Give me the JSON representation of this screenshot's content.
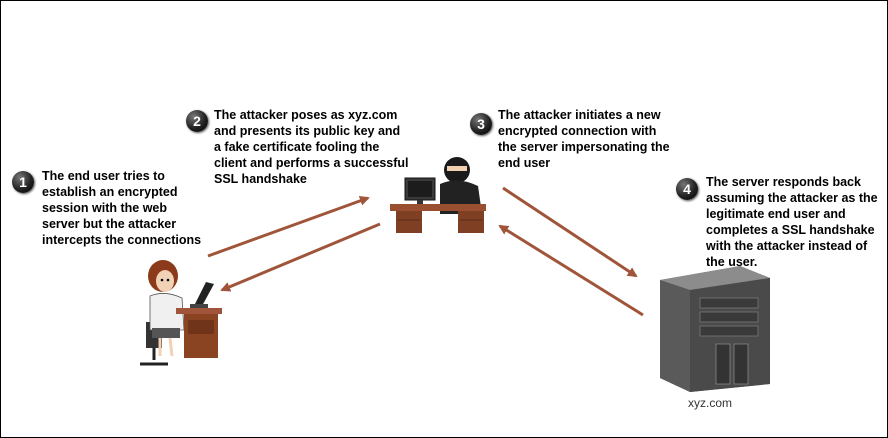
{
  "steps": [
    {
      "number": "1",
      "lines": [
        "The end user tries to",
        "establish an encrypted",
        "session with the web",
        "server but the attacker",
        "intercepts the connections"
      ]
    },
    {
      "number": "2",
      "lines": [
        "The attacker poses as xyz.com",
        "and presents its public key and",
        "a fake certificate fooling the",
        "client and performs a successful",
        "SSL handshake"
      ]
    },
    {
      "number": "3",
      "lines": [
        "The attacker initiates a new",
        "encrypted connection with",
        "the server impersonating the",
        "end user"
      ]
    },
    {
      "number": "4",
      "lines": [
        "The server responds back",
        "assuming the attacker as the",
        "legitimate end user and",
        "completes a SSL handshake",
        "with the attacker instead of",
        "the user."
      ]
    }
  ],
  "server_label": "xyz.com",
  "colors": {
    "arrow": "#a0553a",
    "badge": "#1a1a1a"
  }
}
